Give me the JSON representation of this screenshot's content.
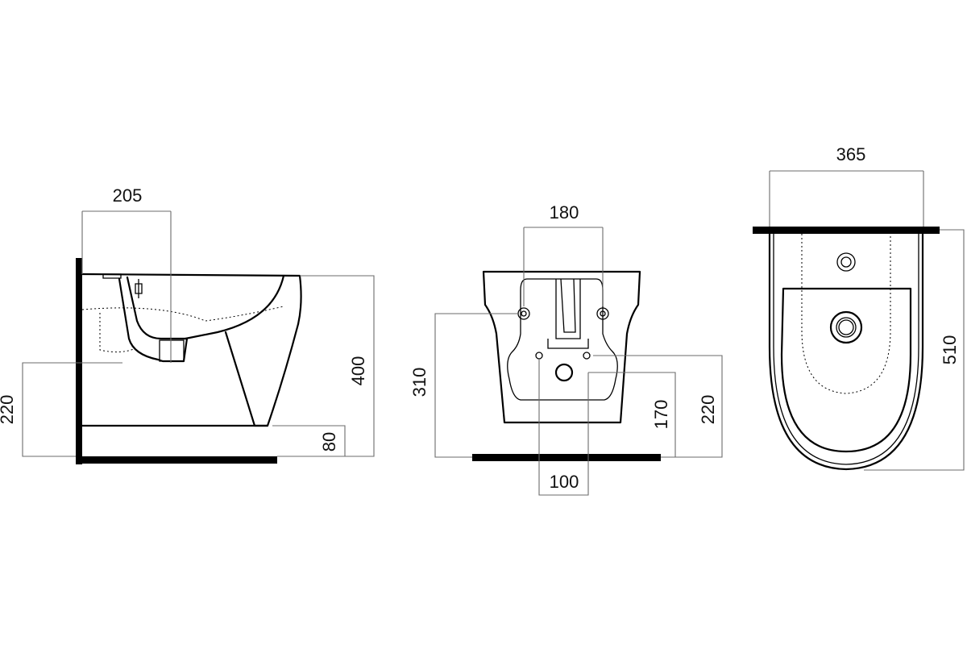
{
  "side_view": {
    "dim_width": "205",
    "dim_height": "400",
    "dim_inlet": "220",
    "dim_floor": "80"
  },
  "rear_view": {
    "dim_bolt_spacing": "180",
    "dim_bolt_height": "310",
    "dim_waste_height": "170",
    "dim_inlet_height": "220",
    "dim_waste_spacing": "100"
  },
  "top_view": {
    "dim_width": "365",
    "dim_length": "510"
  },
  "colors": {
    "line": "#000000",
    "dimension": "#6b6b6b"
  }
}
